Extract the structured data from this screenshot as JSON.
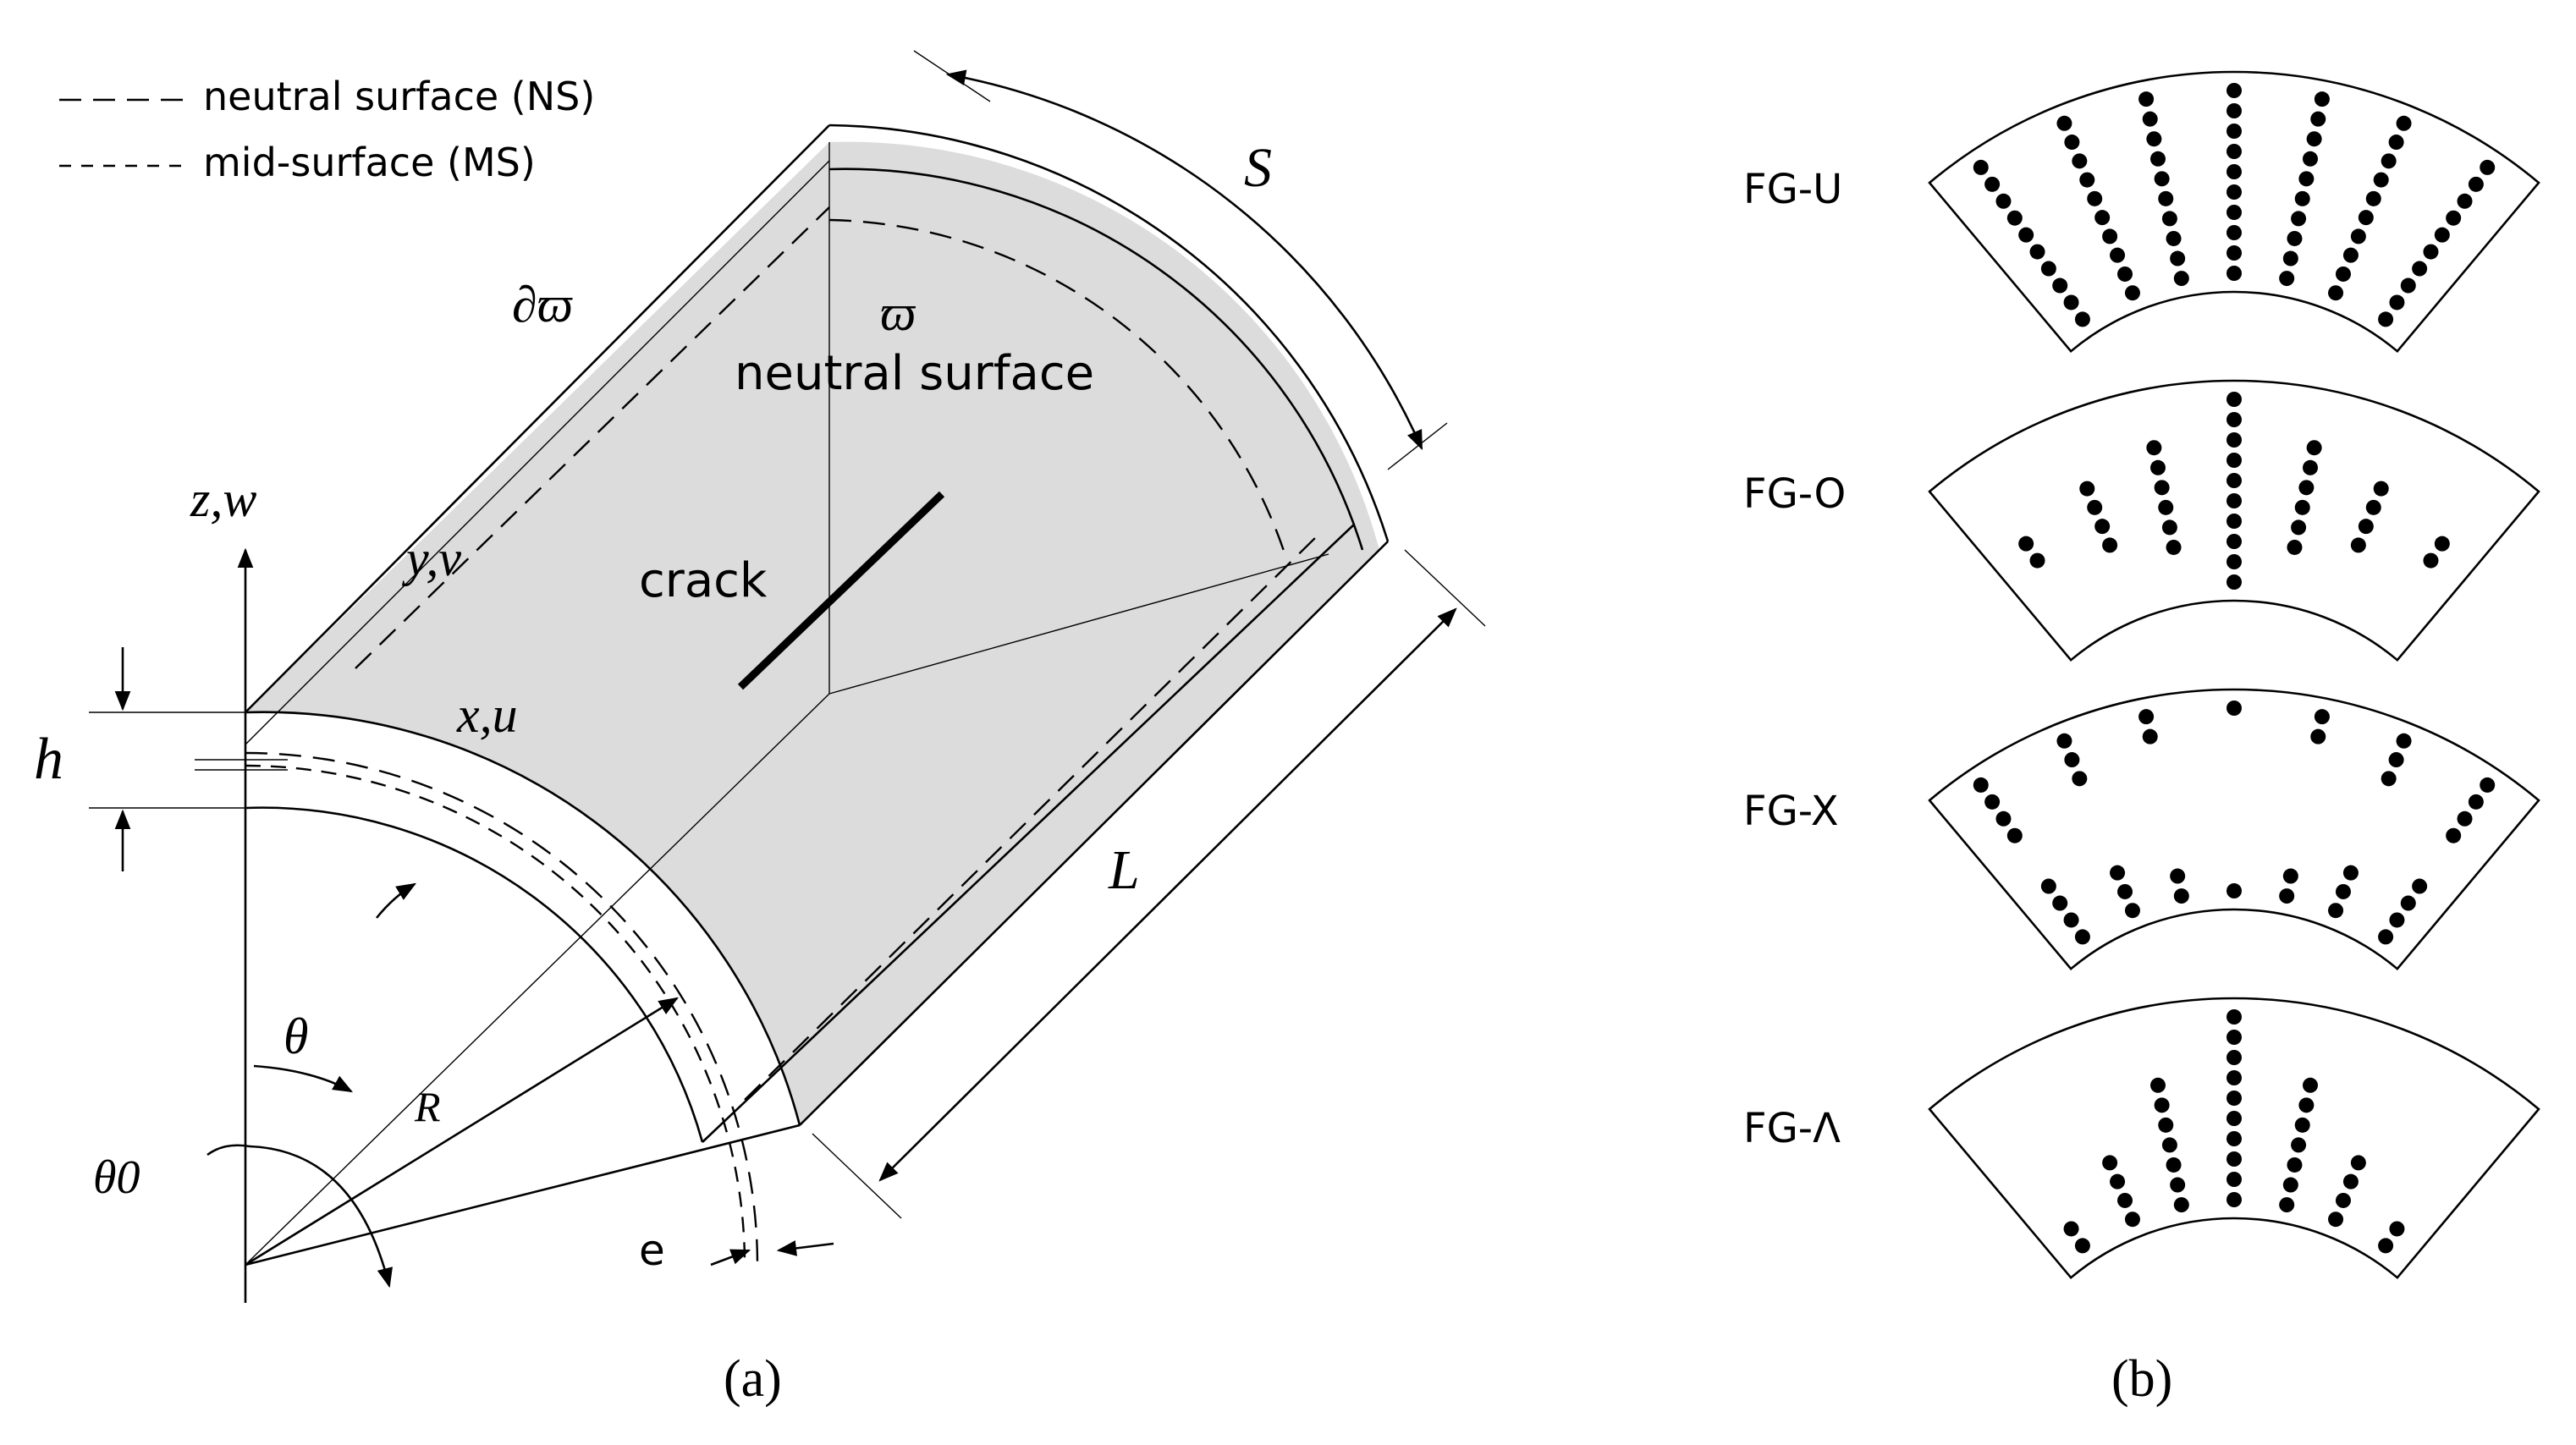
{
  "legend": {
    "ns_label": "neutral surface (NS)",
    "ms_label": "mid-surface (MS)"
  },
  "panel_a": {
    "label": "(a)",
    "surface_name": "neutral surface",
    "boundary_symbol": "∂ϖ",
    "domain_symbol": "ϖ",
    "crack_label": "crack",
    "z_axis": "z,w",
    "y_axis": "y,v",
    "x_axis": "x,u",
    "thickness": "h",
    "arc_length": "S",
    "length": "L",
    "radius": "R",
    "angle": "θ",
    "angle0": "θ0",
    "eccentricity": "e"
  },
  "panel_b": {
    "label": "(b)",
    "types": [
      {
        "name": "FG-U"
      },
      {
        "name": "FG-O"
      },
      {
        "name": "FG-X"
      },
      {
        "name": "FG-Λ"
      }
    ]
  },
  "colors": {
    "surface_fill": "#dcdcdc",
    "ink": "#000000"
  }
}
